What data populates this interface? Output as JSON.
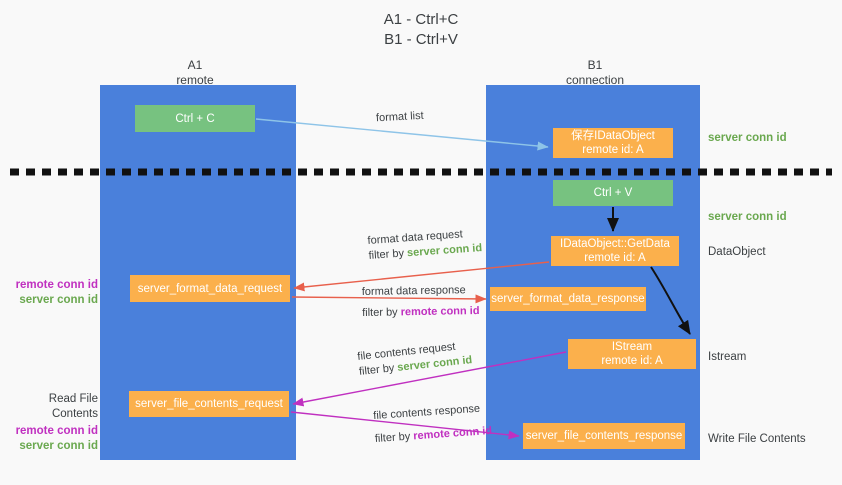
{
  "title": {
    "line1": "A1 - Ctrl+C",
    "line2": "B1 - Ctrl+V"
  },
  "columns": {
    "left": {
      "name": "A1",
      "role": "remote"
    },
    "right": {
      "name": "B1",
      "role": "connection"
    }
  },
  "boxes": {
    "ctrl_c": {
      "label": "Ctrl + C",
      "color": "#77c280"
    },
    "save_idataobject": {
      "line1": "保存IDataObject",
      "line2": "remote id: A",
      "color": "#fbb04c"
    },
    "ctrl_v": {
      "label": "Ctrl + V",
      "color": "#77c280"
    },
    "getdata": {
      "line1": "IDataObject::GetData",
      "line2": "remote id: A",
      "color": "#fbb04c"
    },
    "istream": {
      "line1": "IStream",
      "line2": "remote id: A",
      "color": "#fbb04c"
    },
    "server_format_data_request": {
      "label": "server_format_data_request",
      "color": "#fbb04c"
    },
    "server_format_data_response": {
      "label": "server_format_data_response",
      "color": "#fbb04c"
    },
    "server_file_contents_request": {
      "label": "server_file_contents_request",
      "color": "#fbb04c"
    },
    "server_file_contents_response": {
      "label": "server_file_contents_response",
      "color": "#fbb04c"
    }
  },
  "edge_labels": {
    "format_list": {
      "line1": "format list",
      "line2": ""
    },
    "format_data_request": {
      "line1": "format data request",
      "prefix": "filter by ",
      "tag": "server conn id"
    },
    "format_data_response": {
      "line1": "format data response",
      "prefix": "filter by ",
      "tag": "remote conn id"
    },
    "file_contents_request": {
      "line1": "file contents request",
      "prefix": "filter by ",
      "tag": "server conn id"
    },
    "file_contents_response": {
      "line1": "file contents response",
      "prefix": "filter by ",
      "tag": "remote conn id"
    }
  },
  "annotations": {
    "right": {
      "server_conn_id_top": "server conn id",
      "server_conn_id_mid": "server conn id",
      "dataobject": "DataObject",
      "istream": "Istream",
      "write_file_contents": "Write File Contents"
    },
    "left": {
      "remote_conn_id_1": "remote conn id",
      "server_conn_id_1": "server conn id",
      "read_file_contents": "Read File Contents",
      "remote_conn_id_2": "remote conn id",
      "server_conn_id_2": "server conn id"
    }
  },
  "colors": {
    "lane": "#4a80db",
    "green_box": "#77c280",
    "orange_box": "#fbb04c",
    "green_text": "#6aa84f",
    "purple_text": "#c030c0",
    "arrow_light_blue": "#8ec4e8",
    "arrow_red": "#e8604c",
    "arrow_magenta": "#c030c0",
    "arrow_black": "#111111",
    "background": "#f9f9f9"
  }
}
